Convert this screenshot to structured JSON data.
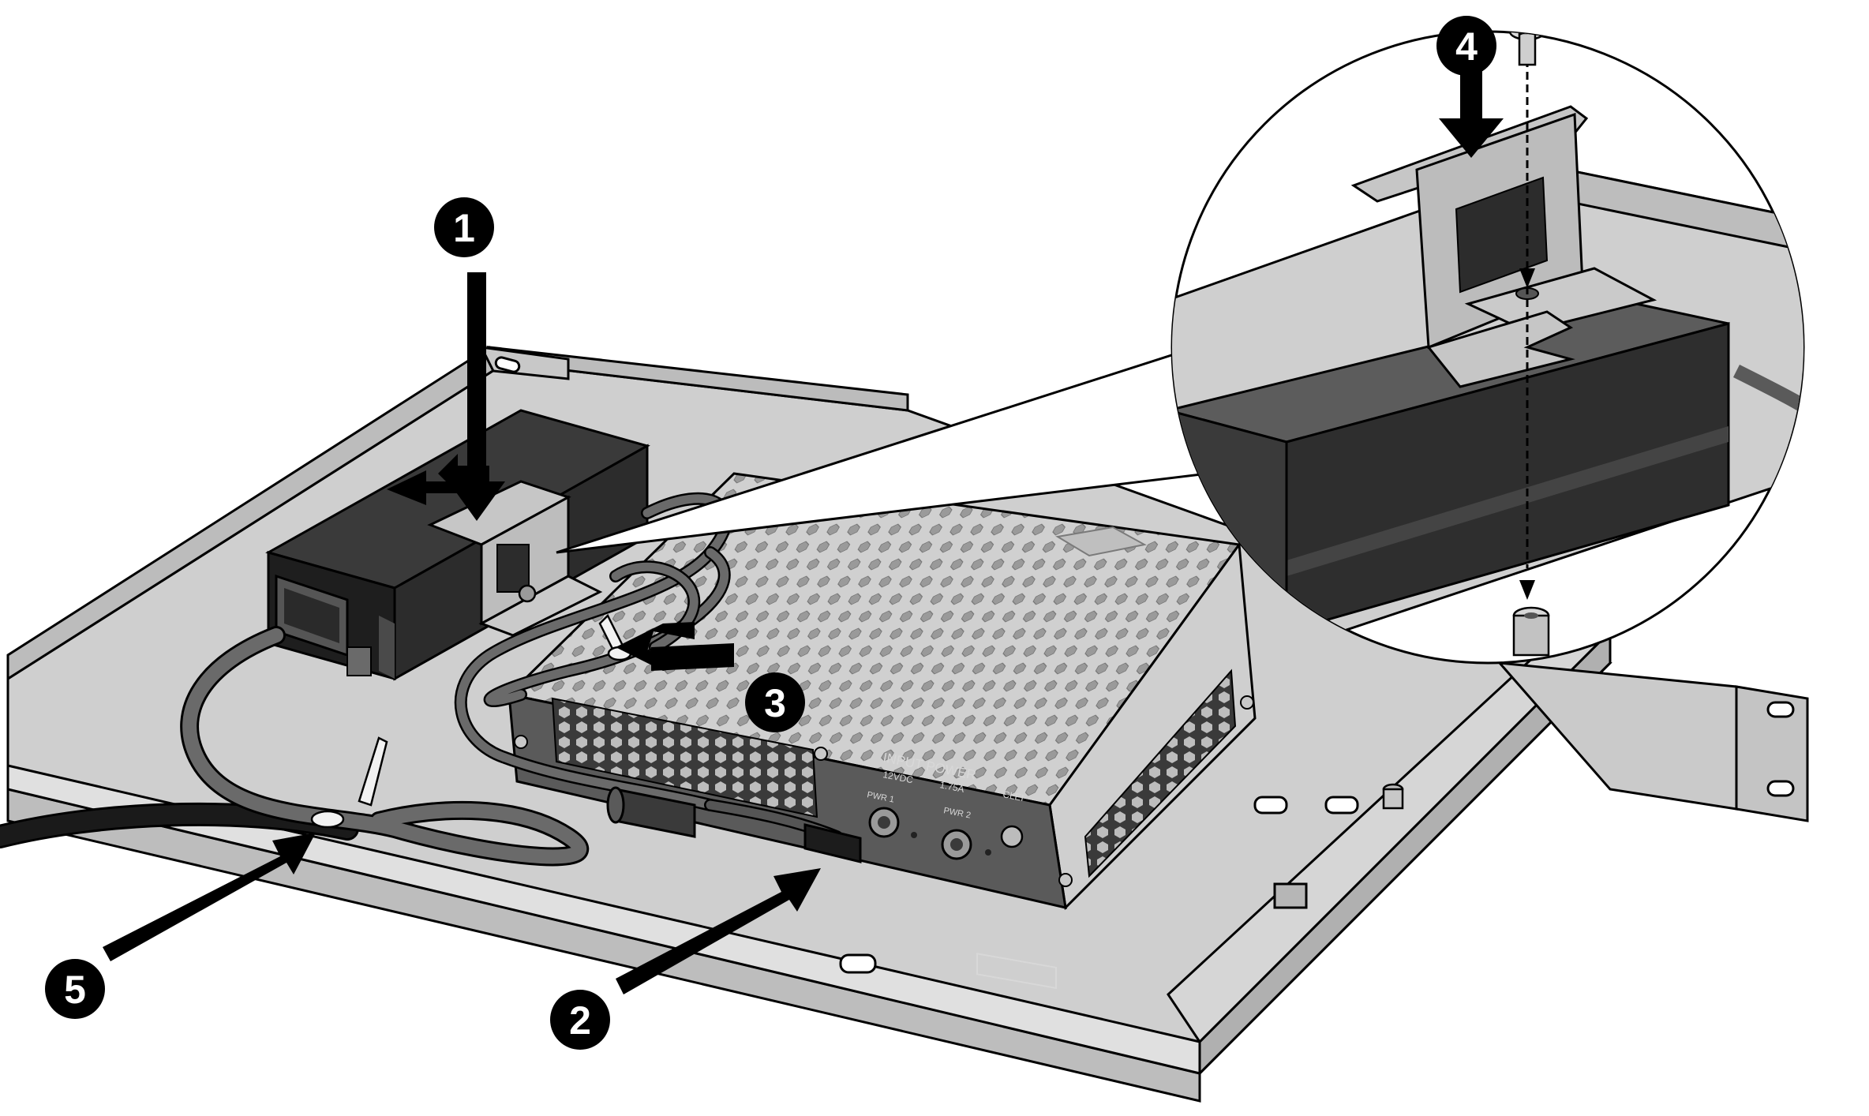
{
  "steps": {
    "s1": "1",
    "s2": "2",
    "s3": "3",
    "s4": "4",
    "s5": "5"
  },
  "panel": {
    "input_power": "INPUT POWER",
    "rating_voltage": "12VDC",
    "rating_current": "1.75A",
    "pwr1": "PWR 1",
    "pwr2": "PWR 2",
    "clei": "CLEI"
  },
  "colors": {
    "outline": "#000000",
    "metal_light": "#d2d2d2",
    "metal_mid": "#b4b4b4",
    "metal_dark": "#8c8c8c",
    "adapter": "#2e2e2e",
    "cable": "#5a5a5a",
    "arrow": "#000000"
  }
}
